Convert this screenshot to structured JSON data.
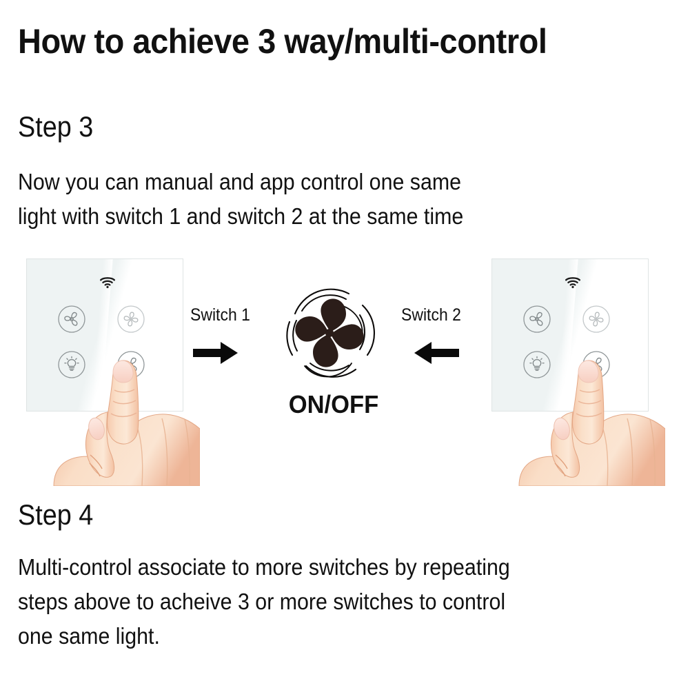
{
  "page": {
    "title": "How to achieve 3 way/multi-control",
    "background_color": "#ffffff",
    "text_color": "#111111"
  },
  "steps": [
    {
      "heading": "Step 3",
      "body_lines": [
        "Now you can manual and app control one same",
        "light with switch 1 and switch 2 at the same time"
      ]
    },
    {
      "heading": "Step 4",
      "body_lines": [
        "Multi-control associate to more switches by repeating",
        "steps above to acheive 3 or more switches to control",
        "one same light."
      ]
    }
  ],
  "diagram": {
    "left_switch": {
      "name": "switch-1-panel",
      "wifi_icon": "wifi-icon",
      "buttons": [
        {
          "position": "top-left",
          "icon": "fan-3-blade-icon",
          "label": "Fan speed 1",
          "pressed": false
        },
        {
          "position": "top-right",
          "icon": "fan-4-blade-icon",
          "label": "Fan speed 2",
          "pressed": false
        },
        {
          "position": "bottom-left",
          "icon": "light-bulb-icon",
          "label": "Light",
          "pressed": false
        },
        {
          "position": "bottom-right",
          "icon": "fan-3-blade-icon",
          "label": "Fan on/off",
          "pressed": true
        }
      ],
      "hand_icon": "pointing-hand-icon",
      "glass_color": "#eef3f3",
      "border_color": "#dfe4e4"
    },
    "right_switch": {
      "name": "switch-2-panel",
      "wifi_icon": "wifi-icon",
      "buttons": [
        {
          "position": "top-left",
          "icon": "fan-3-blade-icon",
          "label": "Fan speed 1",
          "pressed": false
        },
        {
          "position": "top-right",
          "icon": "fan-4-blade-icon",
          "label": "Fan speed 2",
          "pressed": false
        },
        {
          "position": "bottom-left",
          "icon": "light-bulb-icon",
          "label": "Light",
          "pressed": false
        },
        {
          "position": "bottom-right",
          "icon": "fan-3-blade-icon",
          "label": "Fan on/off",
          "pressed": true
        }
      ],
      "hand_icon": "pointing-hand-icon",
      "glass_color": "#eef3f3",
      "border_color": "#dfe4e4"
    },
    "flow": {
      "left_label": "Switch 1",
      "right_label": "Switch 2",
      "left_arrow_icon": "arrow-right-icon",
      "right_arrow_icon": "arrow-left-icon"
    },
    "center": {
      "icon": "ceiling-fan-icon",
      "caption": "ON/OFF",
      "fan_color": "#2b1d19",
      "blade_count": 4
    }
  }
}
